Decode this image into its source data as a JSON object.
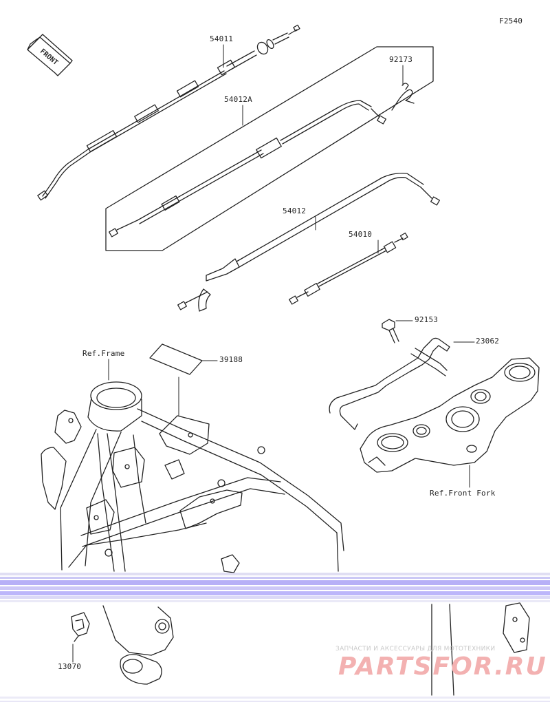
{
  "figure_code": "F2540",
  "front_badge": "FRONT",
  "parts": [
    {
      "number": "54011"
    },
    {
      "number": "92173"
    },
    {
      "number": "54012A"
    },
    {
      "number": "54012"
    },
    {
      "number": "54010"
    },
    {
      "number": "92153"
    },
    {
      "number": "23062"
    },
    {
      "number": "39188"
    },
    {
      "number": "13070"
    }
  ],
  "references": {
    "frame": "Ref.Frame",
    "front_fork": "Ref.Front Fork"
  },
  "watermark": {
    "caption": "ЗАПЧАСТИ И АКСЕССУАРЫ ДЛЯ МОТОТЕХНИКИ",
    "logo": "PARTSFOR.RU"
  }
}
